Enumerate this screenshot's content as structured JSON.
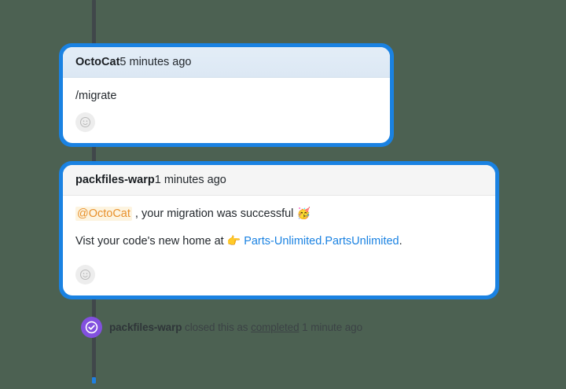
{
  "theme": {
    "background": "#4c6152",
    "card_border": "#1a82e2",
    "link_color": "#1a82e2",
    "mention_color": "#e8912d",
    "mention_background": "#fdf4e0",
    "closed_icon_color": "#8250df",
    "rail_color": "#40474a"
  },
  "timeline": {
    "comments": [
      {
        "author": "OctoCat",
        "timestamp": "5 minutes ago",
        "header_style": "blue",
        "lines": [
          {
            "text": "/migrate"
          }
        ],
        "reaction_button": {
          "icon": "smiley-icon",
          "label": "Add reaction"
        }
      },
      {
        "author": "packfiles-warp",
        "timestamp": "1 minutes ago",
        "header_style": "gray",
        "lines": [
          {
            "mention": "@OctoCat",
            "text": " , your migration was successful ",
            "emoji": "🥳"
          },
          {
            "text_before": "Vist your code's new home at ",
            "emoji": "👉",
            "link": "Parts-Unlimited.PartsUnlimited",
            "text_after": "."
          }
        ],
        "reaction_button": {
          "icon": "smiley-icon",
          "label": "Add reaction"
        }
      }
    ],
    "event": {
      "icon": "closed-check-circle-icon",
      "actor": "packfiles-warp",
      "action": " closed this as ",
      "reason": "completed",
      "timestamp": " 1 minute ago"
    }
  }
}
